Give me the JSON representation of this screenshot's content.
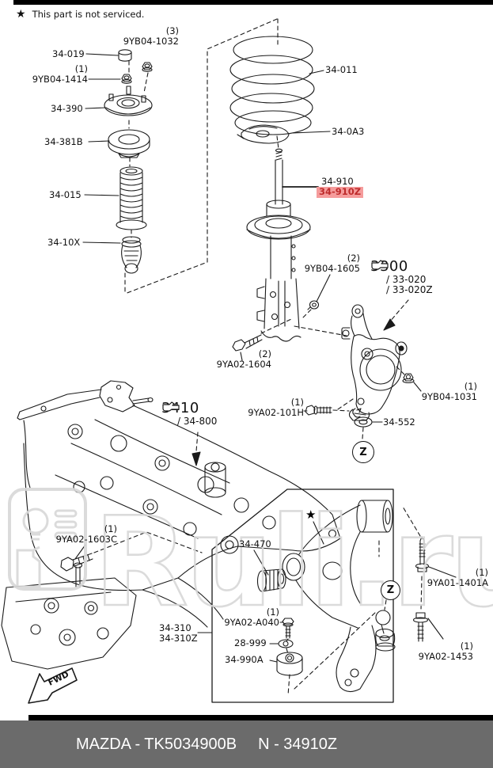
{
  "note": {
    "star": "★",
    "text": "This part is not serviced."
  },
  "markers": {
    "z": "Z",
    "star": "★",
    "fwd": "FWD"
  },
  "watermark": {
    "text": "Ruli.ru",
    "color": "#d8d8d8"
  },
  "highlight": {
    "bg": "#F59C9C",
    "text_color": "#BE2B2B"
  },
  "footer": {
    "catalog": "MAZDA - TK5034900B",
    "figure": "N - 34910Z",
    "bg": "#6B6B6B"
  },
  "callouts": {
    "nut_top": {
      "qty": "(3)",
      "id": "9YB04-1032"
    },
    "cap": {
      "id": "34-019"
    },
    "nut_mount": {
      "qty": "(1)",
      "id": "9YB04-1414"
    },
    "mount": {
      "id": "34-390"
    },
    "bearing": {
      "id": "34-381B"
    },
    "boot": {
      "id": "34-015"
    },
    "bump_stop": {
      "id": "34-10X"
    },
    "spring": {
      "id": "34-011"
    },
    "spring_seat": {
      "id": "34-0A3"
    },
    "strut": {
      "id": "34-910"
    },
    "strut_z": {
      "id": "34-910Z"
    },
    "washer_strut": {
      "qty": "(2)",
      "id": "9YB04-1605"
    },
    "knuckle_ref": {
      "section": "3300",
      "sub1": "/ 33-020",
      "sub2": "/ 33-020Z"
    },
    "bolt_strut": {
      "qty": "(2)",
      "id": "9YA02-1604"
    },
    "nut_knuckle": {
      "qty": "(1)",
      "id": "9YB04-1031"
    },
    "bolt_balljoint": {
      "qty": "(1)",
      "id": "9YA02-101H"
    },
    "subframe_ref": {
      "section": "3410",
      "sub1": "/ 34-800"
    },
    "washer_balljoint": {
      "id": "34-552"
    },
    "bolt_subframe": {
      "qty": "(1)",
      "id": "9YA02-1603C"
    },
    "arm_bushing": {
      "id": "34-470"
    },
    "bolt_arm_front": {
      "qty": "(1)",
      "id": "9YA01-1401A"
    },
    "bolt_stay": {
      "qty": "(1)",
      "id": "9YA02-A040"
    },
    "washer_stay": {
      "id": "28-999"
    },
    "damper": {
      "id": "34-990A"
    },
    "arm": {
      "id1": "34-310",
      "id2": "34-310Z"
    },
    "bolt_arm_rear": {
      "qty": "(1)",
      "id": "9YA02-1453"
    }
  }
}
